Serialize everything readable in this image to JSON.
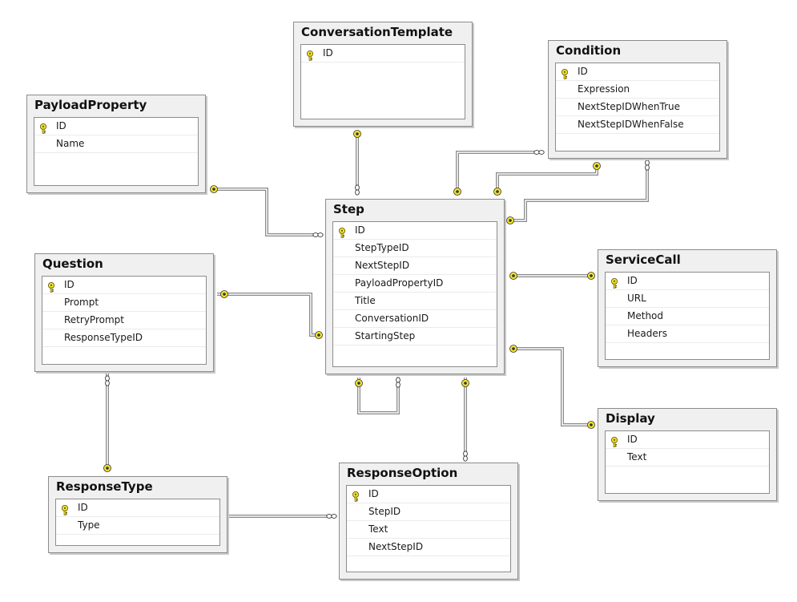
{
  "tables": [
    {
      "id": "conversationtemplate",
      "name": "ConversationTemplate",
      "columns": [
        {
          "name": "ID",
          "key": true
        }
      ]
    },
    {
      "id": "condition",
      "name": "Condition",
      "columns": [
        {
          "name": "ID",
          "key": true
        },
        {
          "name": "Expression"
        },
        {
          "name": "NextStepIDWhenTrue"
        },
        {
          "name": "NextStepIDWhenFalse"
        }
      ]
    },
    {
      "id": "payloadproperty",
      "name": "PayloadProperty",
      "columns": [
        {
          "name": "ID",
          "key": true
        },
        {
          "name": "Name"
        }
      ]
    },
    {
      "id": "step",
      "name": "Step",
      "columns": [
        {
          "name": "ID",
          "key": true
        },
        {
          "name": "StepTypeID"
        },
        {
          "name": "NextStepID"
        },
        {
          "name": "PayloadPropertyID"
        },
        {
          "name": "Title"
        },
        {
          "name": "ConversationID"
        },
        {
          "name": "StartingStep"
        }
      ]
    },
    {
      "id": "question",
      "name": "Question",
      "columns": [
        {
          "name": "ID",
          "key": true
        },
        {
          "name": "Prompt"
        },
        {
          "name": "RetryPrompt"
        },
        {
          "name": "ResponseTypeID"
        }
      ]
    },
    {
      "id": "servicecall",
      "name": "ServiceCall",
      "columns": [
        {
          "name": "ID",
          "key": true
        },
        {
          "name": "URL"
        },
        {
          "name": "Method"
        },
        {
          "name": "Headers"
        }
      ]
    },
    {
      "id": "display",
      "name": "Display",
      "columns": [
        {
          "name": "ID",
          "key": true
        },
        {
          "name": "Text"
        }
      ]
    },
    {
      "id": "responsetype",
      "name": "ResponseType",
      "columns": [
        {
          "name": "ID",
          "key": true
        },
        {
          "name": "Type"
        }
      ]
    },
    {
      "id": "responseoption",
      "name": "ResponseOption",
      "columns": [
        {
          "name": "ID",
          "key": true
        },
        {
          "name": "StepID"
        },
        {
          "name": "Text"
        },
        {
          "name": "NextStepID"
        }
      ]
    }
  ],
  "relationships": [
    {
      "name": "step-conversationtemplate",
      "one": "conversationtemplate",
      "many": "step"
    },
    {
      "name": "step-payloadproperty",
      "one": "payloadproperty",
      "many": "step"
    },
    {
      "name": "condition-nextsteptrue",
      "one": "step",
      "many": "condition"
    },
    {
      "name": "condition-nextstepfalse",
      "one": "step",
      "many": "condition"
    },
    {
      "name": "step-condition",
      "one": "condition",
      "many": "step"
    },
    {
      "name": "step-question",
      "one": "question",
      "many": "step"
    },
    {
      "name": "step-servicecall",
      "one": "step",
      "many": "servicecall"
    },
    {
      "name": "step-display",
      "one": "step",
      "many": "display"
    },
    {
      "name": "step-self",
      "one": "step",
      "many": "step"
    },
    {
      "name": "responseoption-step",
      "one": "step",
      "many": "responseoption"
    },
    {
      "name": "question-responsetype",
      "one": "responsetype",
      "many": "question"
    },
    {
      "name": "responseoption-responsetype",
      "one": "responsetype",
      "many": "responseoption"
    }
  ],
  "colors": {
    "key_icon": "#f2e32a",
    "connector": "#808080"
  }
}
